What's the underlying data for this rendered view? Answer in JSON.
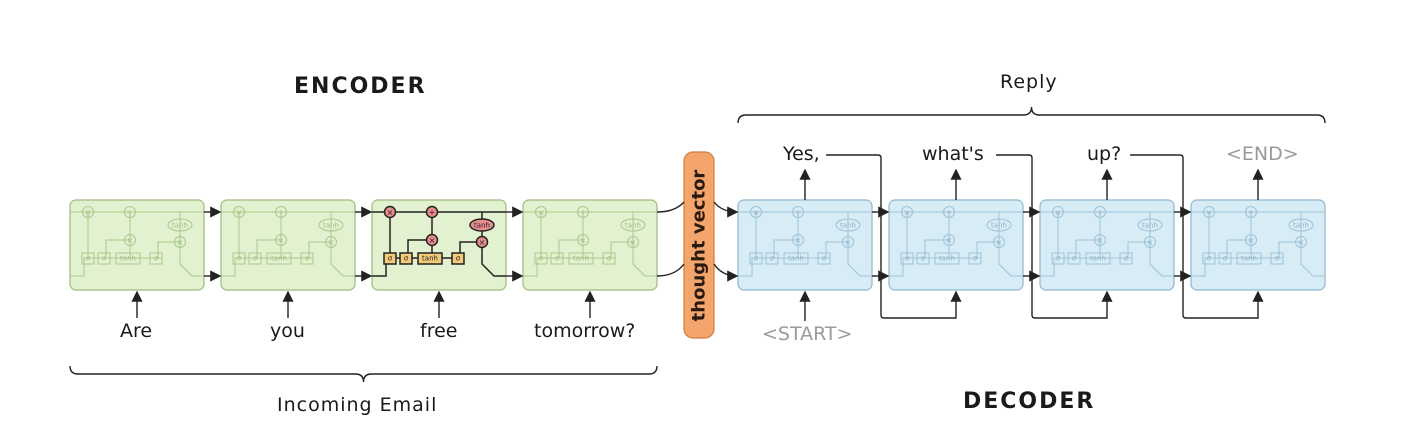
{
  "encoder": {
    "title": "ENCODER",
    "inputs": [
      "Are",
      "you",
      "free",
      "tomorrow?"
    ],
    "group_label": "Incoming Email"
  },
  "thought_vector": "thought vector",
  "decoder": {
    "title": "DECODER",
    "group_label": "Reply",
    "start_token": "<START>",
    "outputs": [
      "Yes,",
      "what's",
      "up?",
      "<END>"
    ]
  },
  "cell": {
    "tanh": "tanh",
    "sigma": "σ",
    "mult": "×",
    "add": "+"
  },
  "colors": {
    "encoder_fill": "#e2f1cf",
    "encoder_stroke": "#9dbb7c",
    "decoder_fill": "#d8ecf6",
    "decoder_stroke": "#8fb8cf",
    "thought_fill": "#f3a56b",
    "thought_stroke": "#d27b3a",
    "active_op": "#e98c8c",
    "active_gate": "#f3c97a"
  }
}
